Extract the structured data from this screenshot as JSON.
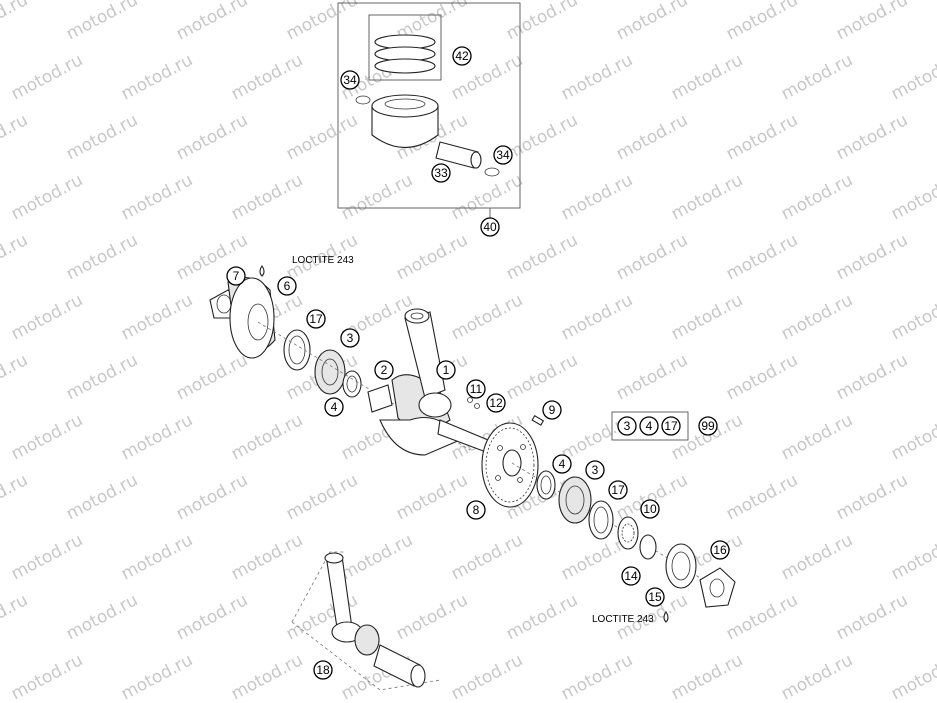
{
  "watermark": {
    "text": "motod.ru"
  },
  "loctite_labels": [
    "LOCTITE 243",
    "LOCTITE 243"
  ],
  "callouts": [
    "42",
    "34",
    "34",
    "33",
    "40",
    "7",
    "6",
    "17",
    "3",
    "2",
    "1",
    "4",
    "11",
    "12",
    "9",
    "3",
    "4",
    "17",
    "99",
    "4",
    "3",
    "17",
    "8",
    "10",
    "16",
    "14",
    "15",
    "18"
  ],
  "colors": {
    "line": "#222222",
    "watermark": "#c8c8c8",
    "background": "#ffffff"
  }
}
